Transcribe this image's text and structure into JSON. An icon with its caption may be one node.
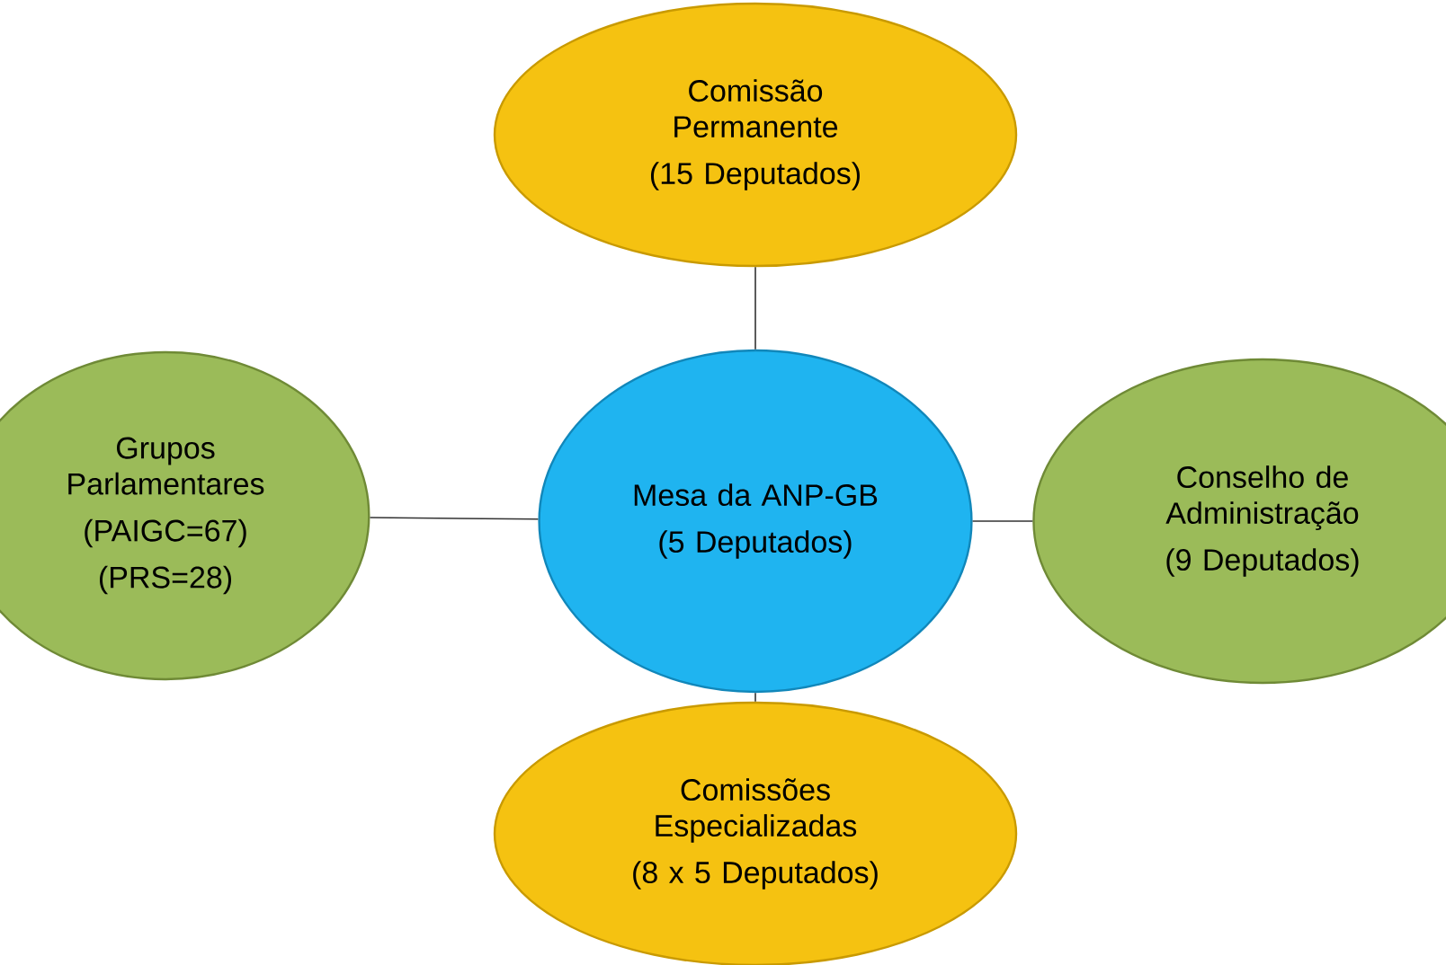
{
  "diagram": {
    "nodes": [
      {
        "text": [
          "Comissão Permanente",
          "(15 Deputados)"
        ]
      },
      {
        "text": [
          "Grupos Parlamentares",
          "(PAIGC=67)",
          "(PRS=28)"
        ]
      },
      {
        "text": [
          "Mesa da ANP-GB",
          "(5 Deputados)"
        ]
      },
      {
        "text": [
          "Conselho de Administração",
          "(9 Deputados)"
        ]
      },
      {
        "text": [
          "Comissões Especializadas",
          "(8 x 5 Deputados)"
        ]
      }
    ],
    "edges": [
      {
        "from": 2,
        "to": 0,
        "arrow": "none"
      },
      {
        "from": 2,
        "to": 1,
        "arrow": "none"
      },
      {
        "from": 2,
        "to": 3,
        "arrow": "none"
      },
      {
        "from": 2,
        "to": 4,
        "arrow": "none"
      }
    ]
  }
}
